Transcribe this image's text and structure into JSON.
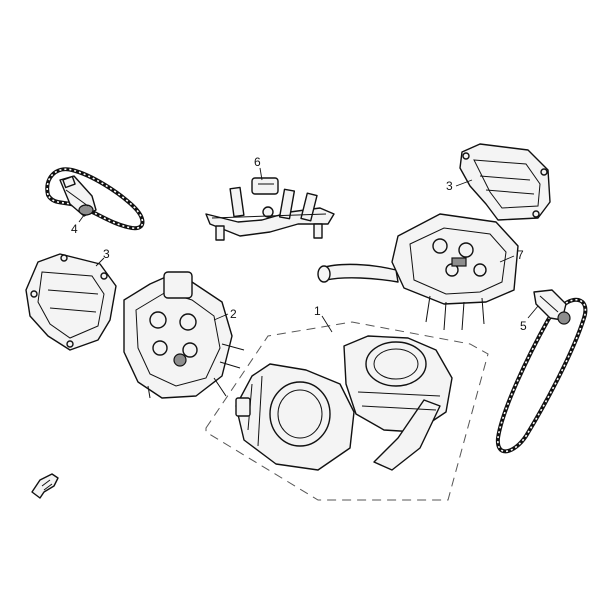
{
  "callouts": {
    "part_1": "1",
    "part_2": "2",
    "part_3_upper": "3",
    "part_3_left": "3",
    "part_4": "4",
    "part_5": "5",
    "part_6": "6",
    "part_7": "7"
  },
  "icons": {
    "direction_arrow": "front-direction-arrow-icon"
  }
}
